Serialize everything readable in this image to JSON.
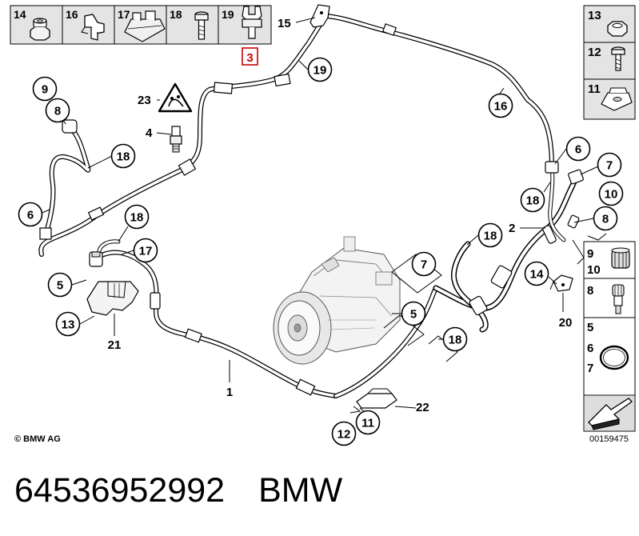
{
  "top_strip": [
    "14",
    "16",
    "17",
    "18",
    "19"
  ],
  "highlighted_part": "3",
  "side_strip_top": [
    "13",
    "12",
    "11"
  ],
  "side_strip_bottom": {
    "pair_a": [
      "9",
      "10"
    ],
    "single": "8",
    "triple": [
      "5",
      "6",
      "7"
    ]
  },
  "callouts": {
    "c9": "9",
    "c8a": "8",
    "c23": "23",
    "c4": "4",
    "c18a": "18",
    "c6a": "6",
    "c18b": "18",
    "c17": "17",
    "c5a": "5",
    "c13": "13",
    "c21": "21",
    "c1": "1",
    "c15": "15",
    "c19": "19",
    "c16": "16",
    "c6b": "6",
    "c7a": "7",
    "c18c": "18",
    "c10": "10",
    "c2": "2",
    "c8b": "8",
    "c18d": "18",
    "c7b": "7",
    "c14": "14",
    "c5b": "5",
    "c20": "20",
    "c18e": "18",
    "c22": "22",
    "c11": "11",
    "c12": "12"
  },
  "copyright": "© BMW AG",
  "diagram_id": "00159475",
  "caption": {
    "part_number": "64536952992",
    "brand": "BMW"
  },
  "colors": {
    "line": "#000000",
    "cell_bg": "#e4e4e4",
    "highlight": "#cc0000",
    "hose": "#ffffff"
  }
}
